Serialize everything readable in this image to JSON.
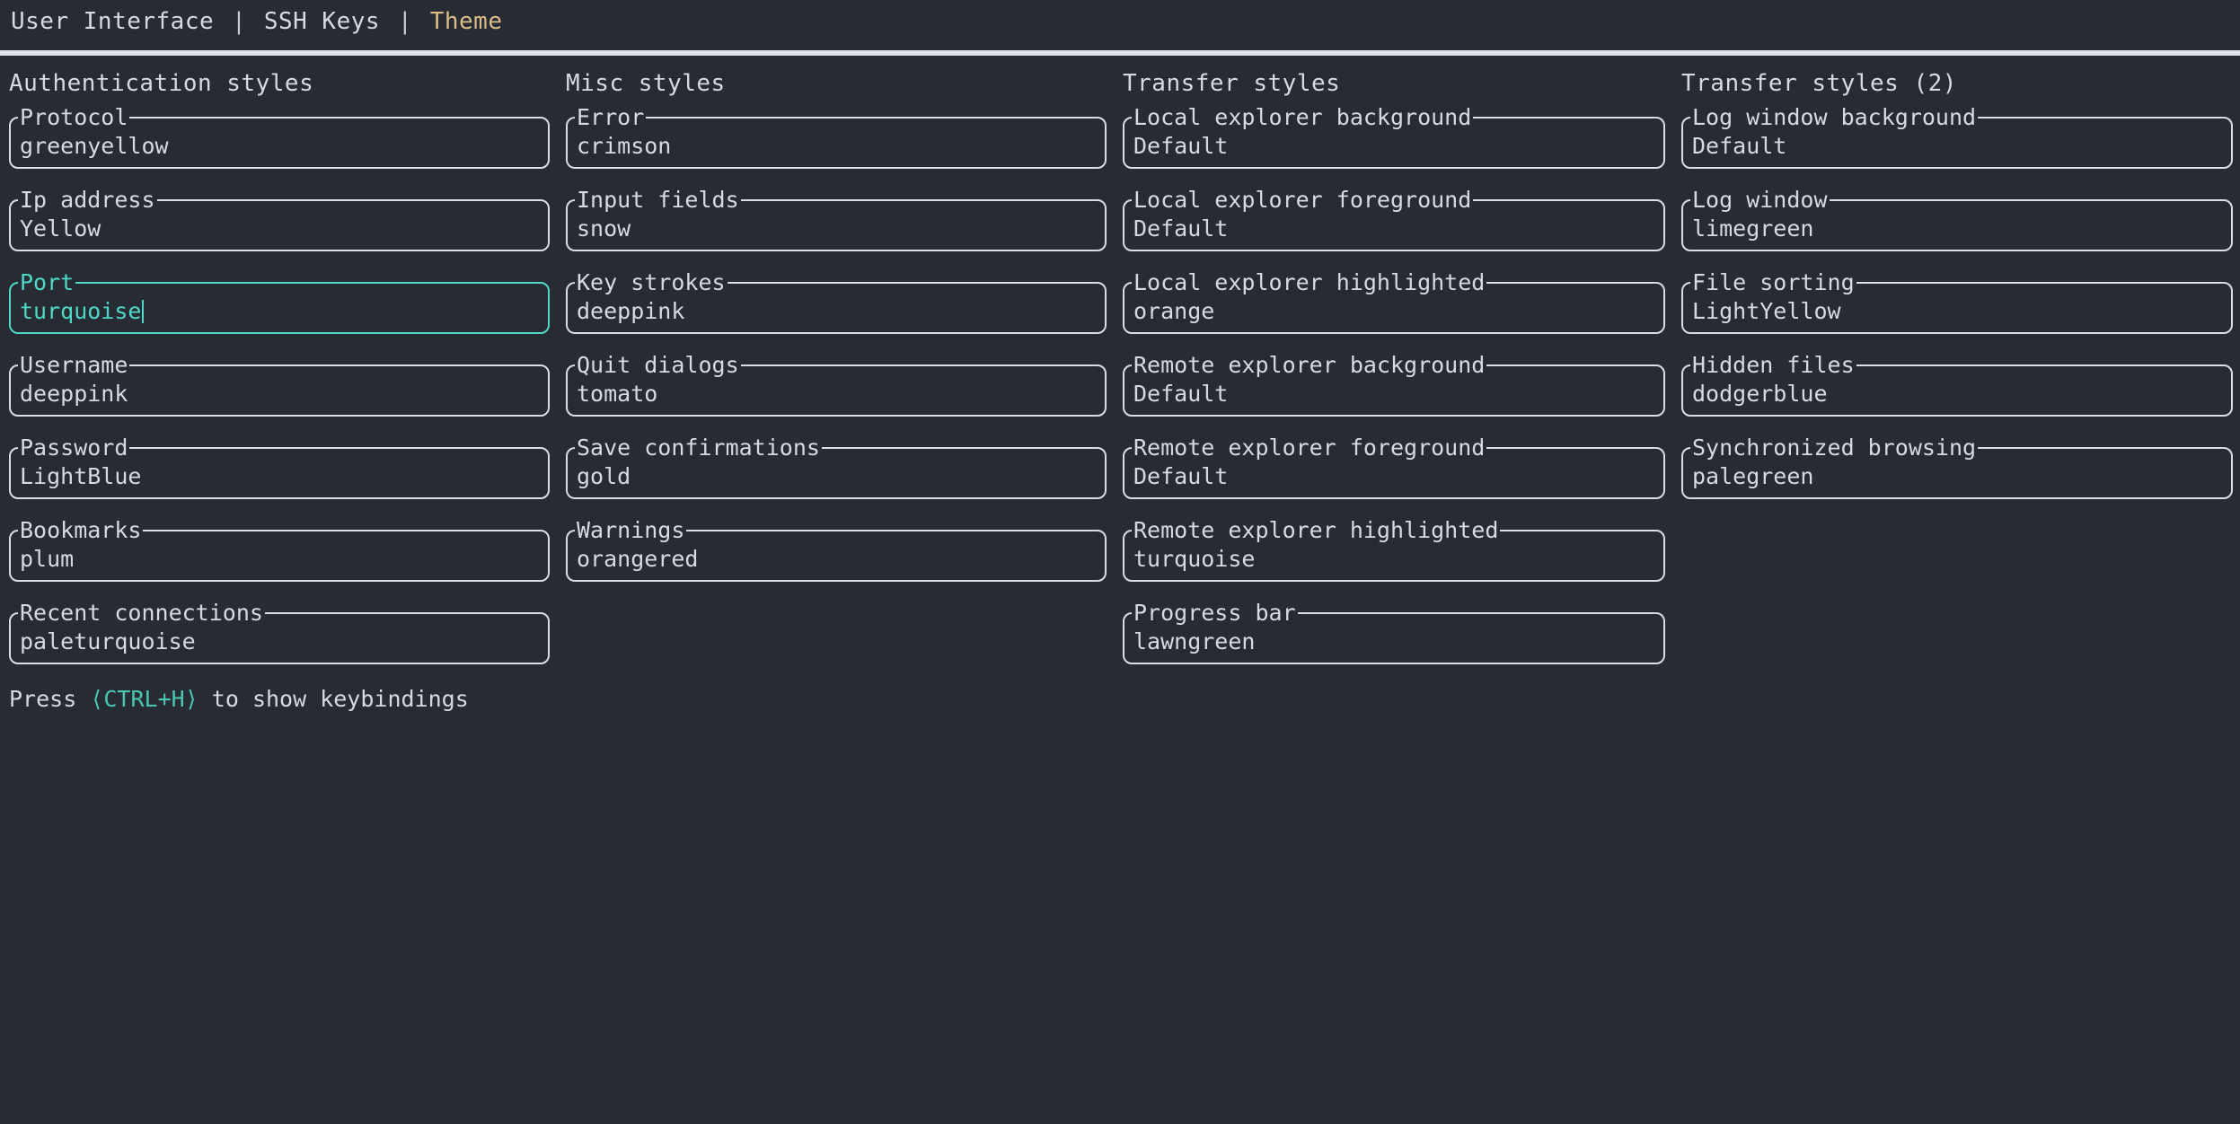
{
  "tabs": [
    {
      "label": "User Interface",
      "active": false
    },
    {
      "label": "SSH Keys",
      "active": false
    },
    {
      "label": "Theme",
      "active": true
    }
  ],
  "tab_separator": "|",
  "colors": {
    "background": "#272B33",
    "foreground": "#D5DAE3",
    "accent_active_tab": "#DCBC87",
    "accent_focus": "#4FD8C8",
    "divider": "#DDE0E6"
  },
  "columns": [
    {
      "title": "Authentication styles",
      "fields": [
        {
          "label": "Protocol",
          "value": "greenyellow",
          "focused": false
        },
        {
          "label": "Ip address",
          "value": "Yellow",
          "focused": false
        },
        {
          "label": "Port",
          "value": "turquoise",
          "focused": true
        },
        {
          "label": "Username",
          "value": "deeppink",
          "focused": false
        },
        {
          "label": "Password",
          "value": "LightBlue",
          "focused": false
        },
        {
          "label": "Bookmarks",
          "value": "plum",
          "focused": false
        },
        {
          "label": "Recent connections",
          "value": "paleturquoise",
          "focused": false
        }
      ]
    },
    {
      "title": "Misc styles",
      "fields": [
        {
          "label": "Error",
          "value": "crimson",
          "focused": false
        },
        {
          "label": "Input fields",
          "value": "snow",
          "focused": false
        },
        {
          "label": "Key strokes",
          "value": "deeppink",
          "focused": false
        },
        {
          "label": "Quit dialogs",
          "value": "tomato",
          "focused": false
        },
        {
          "label": "Save confirmations",
          "value": "gold",
          "focused": false
        },
        {
          "label": "Warnings",
          "value": "orangered",
          "focused": false
        }
      ]
    },
    {
      "title": "Transfer styles",
      "fields": [
        {
          "label": "Local explorer background",
          "value": "Default",
          "focused": false
        },
        {
          "label": "Local explorer foreground",
          "value": "Default",
          "focused": false
        },
        {
          "label": "Local explorer highlighted",
          "value": "orange",
          "focused": false
        },
        {
          "label": "Remote explorer background",
          "value": "Default",
          "focused": false
        },
        {
          "label": "Remote explorer foreground",
          "value": "Default",
          "focused": false
        },
        {
          "label": "Remote explorer highlighted",
          "value": "turquoise",
          "focused": false
        },
        {
          "label": "Progress bar",
          "value": "lawngreen",
          "focused": false
        }
      ]
    },
    {
      "title": "Transfer styles (2)",
      "fields": [
        {
          "label": "Log window background",
          "value": "Default",
          "focused": false
        },
        {
          "label": "Log window",
          "value": "limegreen",
          "focused": false
        },
        {
          "label": "File sorting",
          "value": "LightYellow",
          "focused": false
        },
        {
          "label": "Hidden files",
          "value": "dodgerblue",
          "focused": false
        },
        {
          "label": "Synchronized browsing",
          "value": "palegreen",
          "focused": false
        }
      ]
    }
  ],
  "footer": {
    "prefix": "Press ",
    "key": "⟨CTRL+H⟩",
    "suffix": " to show keybindings"
  }
}
